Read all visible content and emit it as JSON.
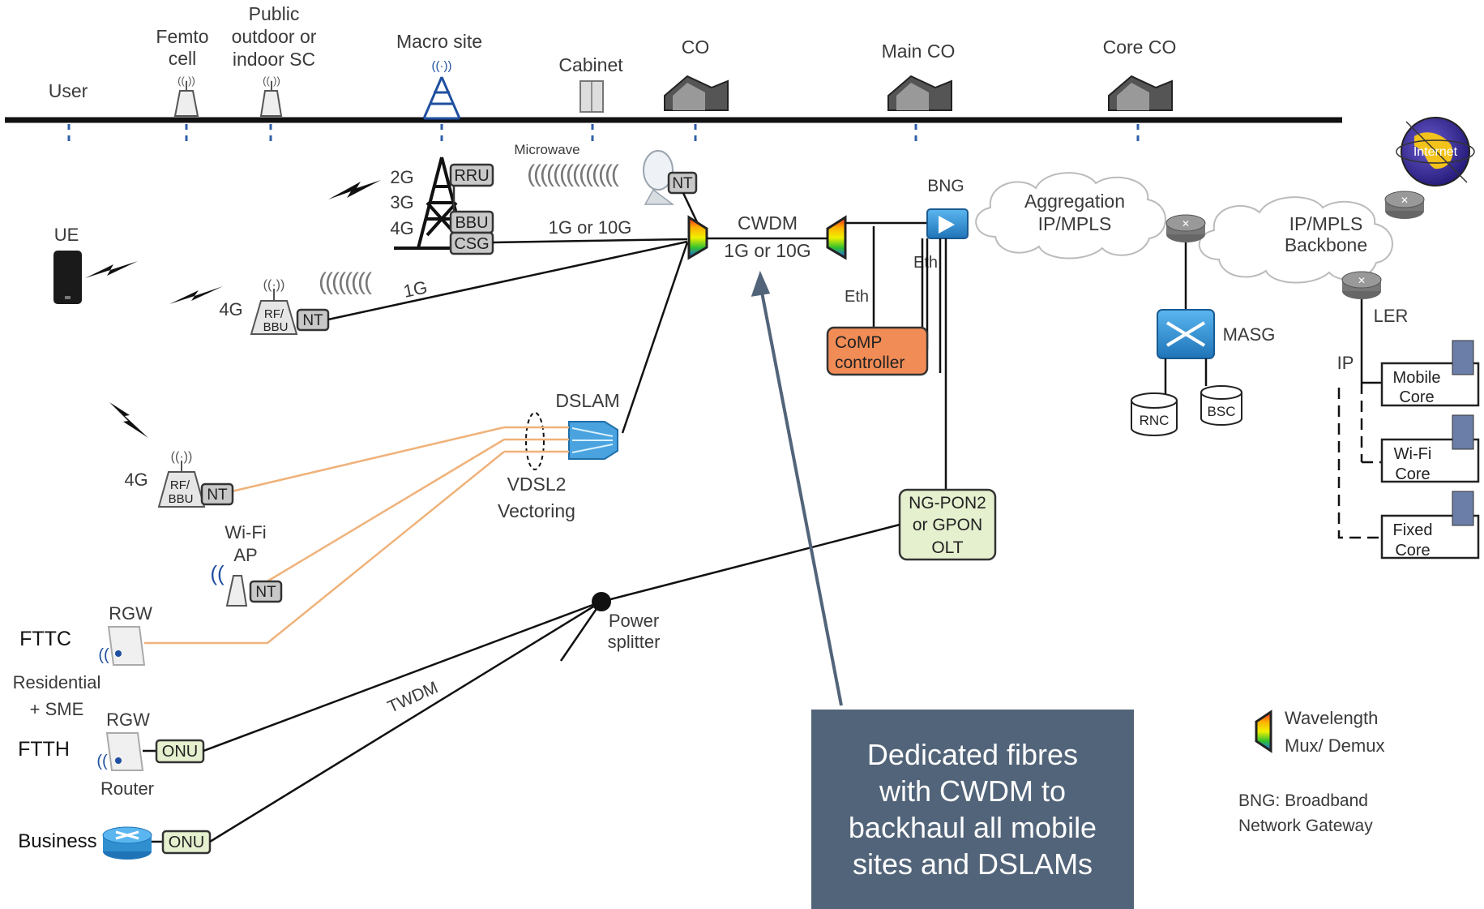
{
  "timeline": {
    "user": "User",
    "femto_cell": [
      "Femto",
      "cell"
    ],
    "public_sc": [
      "Public",
      "outdoor or",
      "indoor SC"
    ],
    "macro_site": "Macro site",
    "cabinet": "Cabinet",
    "co": "CO",
    "main_co": "Main CO",
    "core_co": "Core CO"
  },
  "mobile": {
    "microwave": "Microwave",
    "tech_2g": "2G",
    "tech_3g": "3G",
    "tech_4g": "4G",
    "rru": "RRU",
    "bbu": "BBU",
    "csg": "CSG",
    "nt": "NT",
    "ue": "UE",
    "link_1g_or_10g": "1G or 10G",
    "link_1g": "1G",
    "small_cell_4g": "4G",
    "rf": "RF/",
    "rf_bbu": "BBU"
  },
  "access": {
    "dslam": "DSLAM",
    "vdsl2": "VDSL2",
    "vectoring": "Vectoring",
    "wifi_ap": [
      "Wi-Fi",
      "AP"
    ],
    "rgw": "RGW",
    "fttc": "FTTC",
    "residential_sme": [
      "Residential",
      "+ SME"
    ],
    "ftth": "FTTH",
    "router": "Router",
    "business": "Business",
    "onu": "ONU",
    "twdm": "TWDM",
    "power_splitter": [
      "Power",
      "splitter"
    ]
  },
  "aggregation": {
    "cwdm": "CWDM",
    "cwdm_rate": "1G or 10G",
    "bng": "BNG",
    "eth_a": "Eth",
    "eth_b": "Eth",
    "comp_controller": [
      "CoMP",
      "controller"
    ],
    "olt": [
      "NG-PON2",
      "or GPON",
      "OLT"
    ],
    "aggregation_cloud": [
      "Aggregation",
      "IP/MPLS"
    ],
    "backbone_cloud": [
      "IP/MPLS",
      "Backbone"
    ],
    "masg": "MASG",
    "rnc": "RNC",
    "bsc": "BSC",
    "ler": "LER",
    "ip": "IP",
    "internet": "Internet",
    "mobile_core": [
      "Mobile",
      "Core"
    ],
    "wifi_core": [
      "Wi-Fi",
      "Core"
    ],
    "fixed_core": [
      "Fixed",
      "Core"
    ]
  },
  "legend": {
    "wavelength_mux": [
      "Wavelength",
      "Mux/ Demux"
    ],
    "bng_note": [
      "BNG: Broadband",
      "Network Gateway"
    ]
  },
  "callout": {
    "text": "Dedicated fibres\nwith CWDM to\nbackhaul all mobile\nsites and DSLAMs"
  },
  "colors": {
    "copper_line": "#f0b27a",
    "comp_fill": "#f28c56",
    "olt_fill": "#e5f0cf",
    "label_box_fill": "#c8c8c8",
    "router_blue": "#2f8fcf",
    "callout_bg": "#526479",
    "tick_blue": "#2f5fa8"
  }
}
